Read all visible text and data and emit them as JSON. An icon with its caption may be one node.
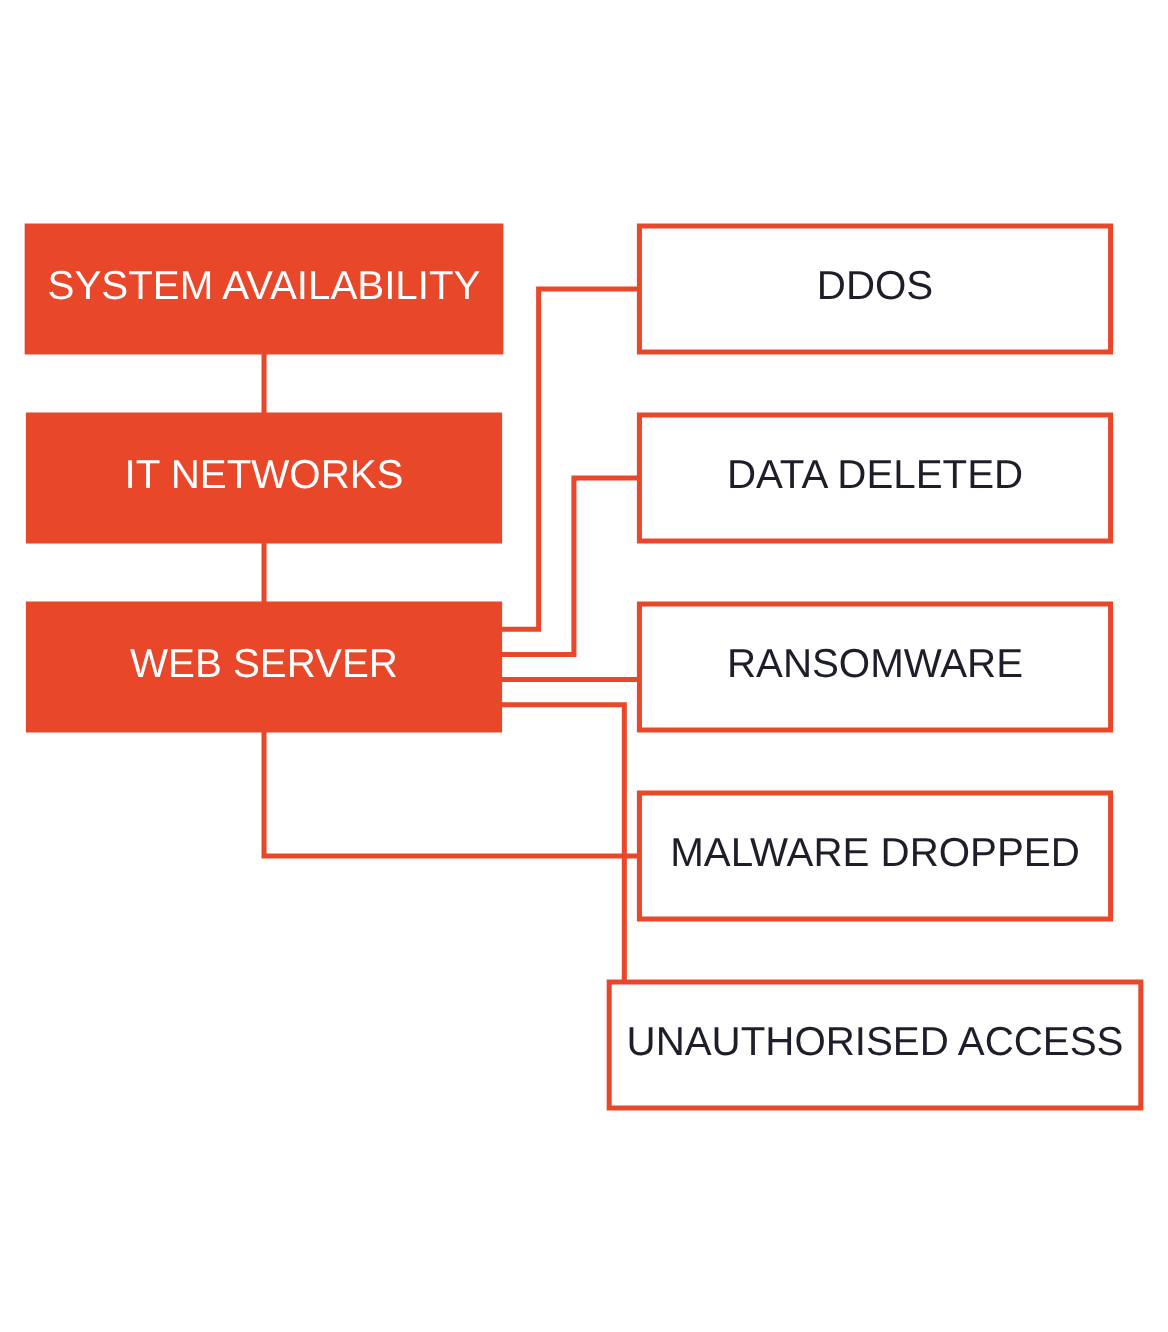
{
  "diagram": {
    "nodes": [
      {
        "text": [
          "SYSTEM AVAILABILITY"
        ]
      },
      {
        "text": [
          "IT NETWORKS"
        ]
      },
      {
        "text": [
          "WEB SERVER"
        ]
      },
      {
        "text": [
          "DDOS"
        ]
      },
      {
        "text": [
          "DATA DELETED"
        ]
      },
      {
        "text": [
          "RANSOMWARE"
        ]
      },
      {
        "text": [
          "MALWARE DROPPED"
        ]
      },
      {
        "text": [
          "UNAUTHORISED ACCESS"
        ]
      }
    ],
    "edges": [
      {
        "from": 0,
        "to": 1,
        "arrow": "none"
      },
      {
        "from": 1,
        "to": 2,
        "arrow": "none"
      },
      {
        "from": 2,
        "to": 3,
        "arrow": "none"
      },
      {
        "from": 2,
        "to": 4,
        "arrow": "none"
      },
      {
        "from": 2,
        "to": 5,
        "arrow": "none"
      },
      {
        "from": 2,
        "to": 6,
        "arrow": "none"
      },
      {
        "from": 2,
        "to": 7,
        "arrow": "none"
      }
    ]
  }
}
